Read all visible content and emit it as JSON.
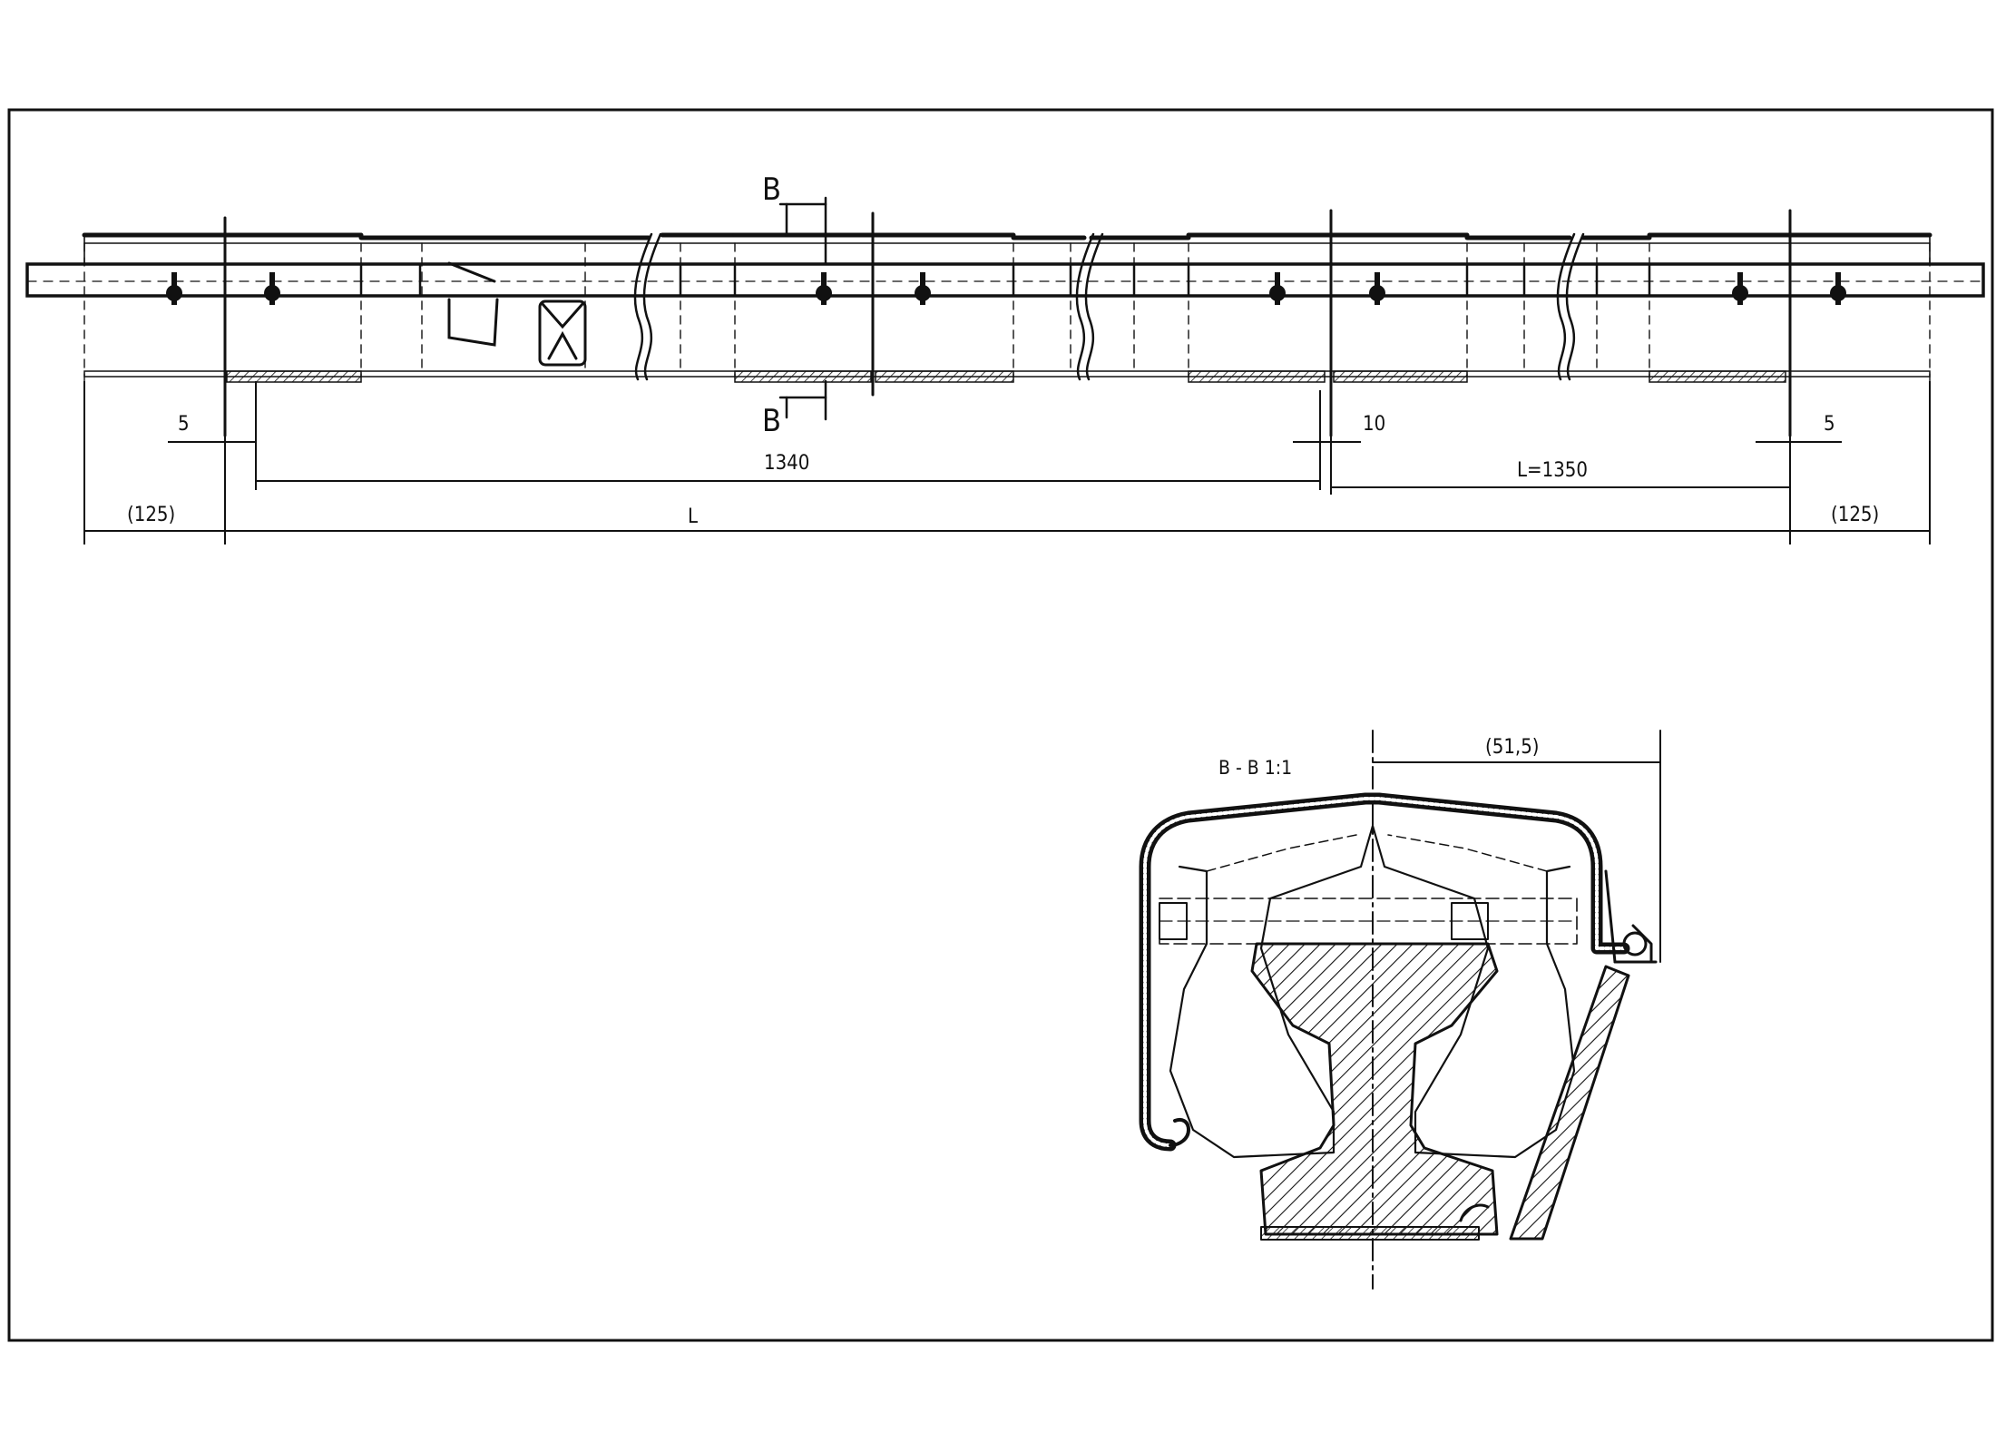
{
  "drawing": {
    "section_marker": "B",
    "section_title": "B - B   1:1",
    "dimensions": {
      "left_gap": "5",
      "right_gap": "5",
      "center_gap": "10",
      "span": "1340",
      "segment_length": "L=1350",
      "overall_length": "L",
      "left_overhang": "(125)",
      "right_overhang": "(125)",
      "profile_width": "(51,5)"
    }
  }
}
